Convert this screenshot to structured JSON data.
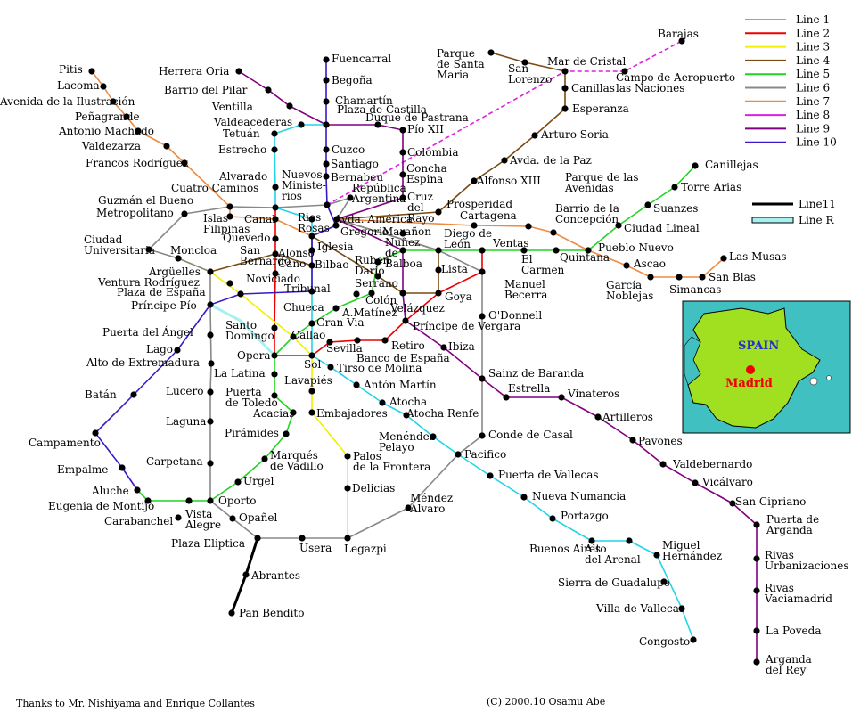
{
  "lines": [
    {
      "id": "l1",
      "name": "Line  1",
      "color": "#22d4e8"
    },
    {
      "id": "l2",
      "name": "Line  2",
      "color": "#ee0000"
    },
    {
      "id": "l3",
      "name": "Line  3",
      "color": "#f0f000"
    },
    {
      "id": "l4",
      "name": "Line  4",
      "color": "#7a4a10"
    },
    {
      "id": "l5",
      "name": "Line  5",
      "color": "#22d422"
    },
    {
      "id": "l6",
      "name": "Line  6",
      "color": "#888888"
    },
    {
      "id": "l7",
      "name": "Line  7",
      "color": "#f08a40"
    },
    {
      "id": "l8",
      "name": "Line  8",
      "color": "#e020e0"
    },
    {
      "id": "l9",
      "name": "Line  9",
      "color": "#800080"
    },
    {
      "id": "l10",
      "name": "Line  10",
      "color": "#3a18c8"
    }
  ],
  "extra_legend": [
    {
      "id": "l11",
      "name": "Line11",
      "color": "#000000"
    },
    {
      "id": "lr",
      "name": "Line R",
      "color": "#a8f0f0"
    }
  ],
  "stations": [
    {
      "id": "pitis",
      "label": [
        "Pitis"
      ]
    },
    {
      "id": "lacoma",
      "label": [
        "Lacoma"
      ]
    },
    {
      "id": "avilustracion",
      "label": [
        "Avenida de la Ilustración"
      ]
    },
    {
      "id": "penagrande",
      "label": [
        "Peñagrande"
      ]
    },
    {
      "id": "antoniomachado",
      "label": [
        "Antonio Machado"
      ]
    },
    {
      "id": "valdezarza",
      "label": [
        "Valdezarza"
      ]
    },
    {
      "id": "francos",
      "label": [
        "Francos Rodríguez"
      ]
    },
    {
      "id": "guzman",
      "label": [
        "Guzmán el Bueno"
      ]
    },
    {
      "id": "metropolitano",
      "label": [
        "Metropolitano"
      ]
    },
    {
      "id": "ciudaduniv",
      "label": [
        "Ciudad",
        "Universitaria"
      ]
    },
    {
      "id": "moncloa",
      "label": [
        "Moncloa"
      ]
    },
    {
      "id": "arguelles",
      "label": [
        "Argüelles"
      ]
    },
    {
      "id": "ventura",
      "label": [
        "Ventura Rodríguez"
      ]
    },
    {
      "id": "plazaespana",
      "label": [
        "Plaza de España"
      ]
    },
    {
      "id": "principepio",
      "label": [
        "Príncipe Pío"
      ]
    },
    {
      "id": "puertaangel",
      "label": [
        "Puerta del Ángel"
      ]
    },
    {
      "id": "lago",
      "label": [
        "Lago"
      ]
    },
    {
      "id": "altoextremadura",
      "label": [
        "Alto de Extremadura"
      ]
    },
    {
      "id": "batan",
      "label": [
        "Batán"
      ]
    },
    {
      "id": "campamento",
      "label": [
        "Campamento"
      ]
    },
    {
      "id": "empalme",
      "label": [
        "Empalme"
      ]
    },
    {
      "id": "aluche",
      "label": [
        "Aluche"
      ]
    },
    {
      "id": "eugenia",
      "label": [
        "Eugenia de Montijo"
      ]
    },
    {
      "id": "carabanchel",
      "label": [
        "Carabanchel"
      ]
    },
    {
      "id": "herrera",
      "label": [
        "Herrera Oria"
      ]
    },
    {
      "id": "barriopilar",
      "label": [
        "Barrio del Pilar"
      ]
    },
    {
      "id": "ventilla",
      "label": [
        "Ventilla"
      ]
    },
    {
      "id": "valdeacederas",
      "label": [
        "Valdeacederas"
      ]
    },
    {
      "id": "tetuan",
      "label": [
        "Tetuán"
      ]
    },
    {
      "id": "estrecho",
      "label": [
        "Estrecho"
      ]
    },
    {
      "id": "alvarado",
      "label": [
        "Alvarado"
      ]
    },
    {
      "id": "cuatrocaminos",
      "label": [
        "Cuatro Caminos"
      ]
    },
    {
      "id": "islasfilipinas",
      "label": [
        "Islas",
        "Filipinas"
      ]
    },
    {
      "id": "canal",
      "label": [
        "Canal"
      ]
    },
    {
      "id": "quevedo",
      "label": [
        "Quevedo"
      ]
    },
    {
      "id": "sanbernardo",
      "label": [
        "San",
        "Bernardo"
      ]
    },
    {
      "id": "noviciado",
      "label": [
        "Noviciado"
      ]
    },
    {
      "id": "tribunal",
      "label": [
        "Tribunal"
      ]
    },
    {
      "id": "alonsocano",
      "label": [
        "Alonso",
        "Cano"
      ]
    },
    {
      "id": "iglesia",
      "label": [
        "Iglesia"
      ]
    },
    {
      "id": "bilbao",
      "label": [
        "Bilbao"
      ]
    },
    {
      "id": "rios",
      "label": [
        "Rios",
        "Rosas"
      ]
    },
    {
      "id": "nuevosmin",
      "label": [
        "Nuevos",
        "Ministe-",
        "rios"
      ]
    },
    {
      "id": "gregorio",
      "label": [
        "Gregorio"
      ]
    },
    {
      "id": "chueca",
      "label": [
        "Chueca"
      ]
    },
    {
      "id": "granvia",
      "label": [
        "Gran Via"
      ]
    },
    {
      "id": "callao",
      "label": [
        "Callao"
      ]
    },
    {
      "id": "santodomingo",
      "label": [
        "Santo",
        "Domingo"
      ]
    },
    {
      "id": "opera",
      "label": [
        "Opera"
      ]
    },
    {
      "id": "sol",
      "label": [
        "Sol"
      ]
    },
    {
      "id": "sevilla",
      "label": [
        "Sevilla"
      ]
    },
    {
      "id": "bancoespana",
      "label": [
        "Banco de España"
      ]
    },
    {
      "id": "lalatina",
      "label": [
        "La Latina"
      ]
    },
    {
      "id": "tirso",
      "label": [
        "Tirso de Molina"
      ]
    },
    {
      "id": "lavapies",
      "label": [
        "Lavapiés"
      ]
    },
    {
      "id": "antonmartin",
      "label": [
        "Antón Martín"
      ]
    },
    {
      "id": "atocha",
      "label": [
        "Atocha"
      ]
    },
    {
      "id": "atocharenfe",
      "label": [
        "Atocha Renfe"
      ]
    },
    {
      "id": "puertatoledo",
      "label": [
        "Puerta",
        "de Toledo"
      ]
    },
    {
      "id": "acacias",
      "label": [
        "Acacias"
      ]
    },
    {
      "id": "embajadores",
      "label": [
        "Embajadores"
      ]
    },
    {
      "id": "lucero",
      "label": [
        "Lucero"
      ]
    },
    {
      "id": "laguna",
      "label": [
        "Laguna"
      ]
    },
    {
      "id": "carpetana",
      "label": [
        "Carpetana"
      ]
    },
    {
      "id": "piramides",
      "label": [
        "Pirámides"
      ]
    },
    {
      "id": "marques",
      "label": [
        "Marqués",
        "de Vadillo"
      ]
    },
    {
      "id": "urgel",
      "label": [
        "Urgel"
      ]
    },
    {
      "id": "oporto",
      "label": [
        "Oporto"
      ]
    },
    {
      "id": "vistaalegre",
      "label": [
        "Vista",
        "Alegre"
      ]
    },
    {
      "id": "opanel",
      "label": [
        "Opañel"
      ]
    },
    {
      "id": "plazaeliptica",
      "label": [
        "Plaza Eliptica"
      ]
    },
    {
      "id": "abrantes",
      "label": [
        "Abrantes"
      ]
    },
    {
      "id": "panbendito",
      "label": [
        "Pan Bendito"
      ]
    },
    {
      "id": "usera",
      "label": [
        "Usera"
      ]
    },
    {
      "id": "legazpi",
      "label": [
        "Legazpi"
      ]
    },
    {
      "id": "delicias",
      "label": [
        "Delicias"
      ]
    },
    {
      "id": "palos",
      "label": [
        "Palos",
        "de la Frontera"
      ]
    },
    {
      "id": "menendezpelayo",
      "label": [
        "Menéndez",
        "Pelayo"
      ]
    },
    {
      "id": "mendezalvaro",
      "label": [
        "Méndez",
        "Alvaro"
      ]
    },
    {
      "id": "pacifico",
      "label": [
        "Pacifico"
      ]
    },
    {
      "id": "fuencarral",
      "label": [
        "Fuencarral"
      ]
    },
    {
      "id": "begona",
      "label": [
        "Begoña"
      ]
    },
    {
      "id": "chamartin",
      "label": [
        "Chamartín"
      ]
    },
    {
      "id": "plazacastilla",
      "label": [
        "Plaza de Castilla"
      ]
    },
    {
      "id": "duque",
      "label": [
        "Duque de Pastrana"
      ]
    },
    {
      "id": "pioxii",
      "label": [
        "Pío XII"
      ]
    },
    {
      "id": "cuzco",
      "label": [
        "Cuzco"
      ]
    },
    {
      "id": "santiago",
      "label": [
        "Santiago"
      ]
    },
    {
      "id": "bernabeu",
      "label": [
        "Bernabeu"
      ]
    },
    {
      "id": "republica",
      "label": [
        "República",
        "Argentina"
      ]
    },
    {
      "id": "colombia",
      "label": [
        "Colombia"
      ]
    },
    {
      "id": "concha",
      "label": [
        "Concha",
        "Espina"
      ]
    },
    {
      "id": "cruzrayo",
      "label": [
        "Cruz",
        "del",
        "Rayo"
      ]
    },
    {
      "id": "avamerica",
      "label": [
        "Avda. América"
      ]
    },
    {
      "id": "maranon",
      "label": [
        "Marañon"
      ]
    },
    {
      "id": "nunezbalboa",
      "label": [
        "Nuñez",
        "de",
        "Balboa"
      ]
    },
    {
      "id": "rubendario",
      "label": [
        "Ruben",
        "Dario"
      ]
    },
    {
      "id": "serrano",
      "label": [
        "Serrano"
      ]
    },
    {
      "id": "colon",
      "label": [
        "Colón"
      ]
    },
    {
      "id": "amatinez",
      "label": [
        "A.Matínez"
      ]
    },
    {
      "id": "velazquez",
      "label": [
        "Velázquez"
      ]
    },
    {
      "id": "goya",
      "label": [
        "Goya"
      ]
    },
    {
      "id": "lista",
      "label": [
        "Lista"
      ]
    },
    {
      "id": "diegoleon",
      "label": [
        "Diego de",
        "León"
      ]
    },
    {
      "id": "prosperidad",
      "label": [
        "Prosperidad"
      ]
    },
    {
      "id": "cartagena",
      "label": [
        "Cartagena"
      ]
    },
    {
      "id": "alfonsoxiii",
      "label": [
        "Alfonso XIII"
      ]
    },
    {
      "id": "avpaz",
      "label": [
        "Avda. de la Paz"
      ]
    },
    {
      "id": "arturosoria",
      "label": [
        "Arturo Soria"
      ]
    },
    {
      "id": "esperanza",
      "label": [
        "Esperanza"
      ]
    },
    {
      "id": "canillas",
      "label": [
        "Canillas"
      ]
    },
    {
      "id": "mardecristal",
      "label": [
        "Mar de Cristal"
      ]
    },
    {
      "id": "sanlorenzo",
      "label": [
        "San",
        "Lorenzo"
      ]
    },
    {
      "id": "parquestamaria",
      "label": [
        "Parque",
        "de Santa",
        "Maria"
      ]
    },
    {
      "id": "campoaeropuerto",
      "label": [
        "Campo de Aeropuerto",
        "las Naciones"
      ]
    },
    {
      "id": "barajas",
      "label": [
        "Barajas"
      ]
    },
    {
      "id": "ventas",
      "label": [
        "Ventas"
      ]
    },
    {
      "id": "elcarmen",
      "label": [
        "El",
        "Carmen"
      ]
    },
    {
      "id": "quintana",
      "label": [
        "Quintana"
      ]
    },
    {
      "id": "pueblonuevo",
      "label": [
        "Pueblo Nuevo"
      ]
    },
    {
      "id": "ciudadlineal",
      "label": [
        "Ciudad Lineal"
      ]
    },
    {
      "id": "suanzes",
      "label": [
        "Suanzes"
      ]
    },
    {
      "id": "torrearias",
      "label": [
        "Torre Arias"
      ]
    },
    {
      "id": "canillejas",
      "label": [
        "Canillejas"
      ]
    },
    {
      "id": "parqueavenidas",
      "label": [
        "Parque de las",
        "Avenidas"
      ]
    },
    {
      "id": "barrioconcepcion",
      "label": [
        "Barrio de la",
        "Concepción"
      ]
    },
    {
      "id": "ascao",
      "label": [
        "Ascao"
      ]
    },
    {
      "id": "garcianoblejas",
      "label": [
        "García",
        "Noblejas"
      ]
    },
    {
      "id": "simancas",
      "label": [
        "Simancas"
      ]
    },
    {
      "id": "sanblas",
      "label": [
        "San Blas"
      ]
    },
    {
      "id": "lasmusas",
      "label": [
        "Las Musas"
      ]
    },
    {
      "id": "manuelbecerra",
      "label": [
        "Manuel",
        "Becerra"
      ]
    },
    {
      "id": "odonnell",
      "label": [
        "O'Donnell"
      ]
    },
    {
      "id": "principevergara",
      "label": [
        "Príncipe de Vergara"
      ]
    },
    {
      "id": "retiro",
      "label": [
        "Retiro"
      ]
    },
    {
      "id": "ibiza",
      "label": [
        "Ibiza"
      ]
    },
    {
      "id": "sainzbaranda",
      "label": [
        "Sainz de Baranda"
      ]
    },
    {
      "id": "estrella",
      "label": [
        "Estrella"
      ]
    },
    {
      "id": "vinateros",
      "label": [
        "Vinateros"
      ]
    },
    {
      "id": "artilleros",
      "label": [
        "Artilleros"
      ]
    },
    {
      "id": "pavones",
      "label": [
        "Pavones"
      ]
    },
    {
      "id": "valdebernardo",
      "label": [
        "Valdebernardo"
      ]
    },
    {
      "id": "vicalvaro",
      "label": [
        "Vicálvaro"
      ]
    },
    {
      "id": "sancipriano",
      "label": [
        "San Cipriano"
      ]
    },
    {
      "id": "puertaarganda",
      "label": [
        "Puerta de",
        "Arganda"
      ]
    },
    {
      "id": "rivasurb",
      "label": [
        "Rivas",
        "Urbanizaciones"
      ]
    },
    {
      "id": "rivasvacia",
      "label": [
        "Rivas",
        "Vaciamadrid"
      ]
    },
    {
      "id": "lapoveda",
      "label": [
        "La Poveda"
      ]
    },
    {
      "id": "argandarey",
      "label": [
        "Arganda",
        "del Rey"
      ]
    },
    {
      "id": "condecasal",
      "label": [
        "Conde de Casal"
      ]
    },
    {
      "id": "puertavallecas",
      "label": [
        "Puerta de Vallecas"
      ]
    },
    {
      "id": "nuevanumancia",
      "label": [
        "Nueva Numancia"
      ]
    },
    {
      "id": "portazgo",
      "label": [
        "Portazgo"
      ]
    },
    {
      "id": "buenosaires",
      "label": [
        "Buenos Aires"
      ]
    },
    {
      "id": "altoarenal",
      "label": [
        "Alto",
        "del Arenal"
      ]
    },
    {
      "id": "miguelhernandez",
      "label": [
        "Miguel",
        "Hernández"
      ]
    },
    {
      "id": "sierraguadalupe",
      "label": [
        "Sierra de Guadalupe"
      ]
    },
    {
      "id": "villavallecas",
      "label": [
        "Villa de Vallecas"
      ]
    },
    {
      "id": "congosto",
      "label": [
        "Congosto"
      ]
    }
  ],
  "inset": {
    "country_label": "SPAIN",
    "city_label": "Madrid",
    "land_color": "#a0e020",
    "sea_color": "#40c0c0"
  },
  "credits": {
    "left": "Thanks to Mr. Nishiyama  and Enrique Collantes",
    "right": "(C) 2000.10  Osamu Abe"
  }
}
